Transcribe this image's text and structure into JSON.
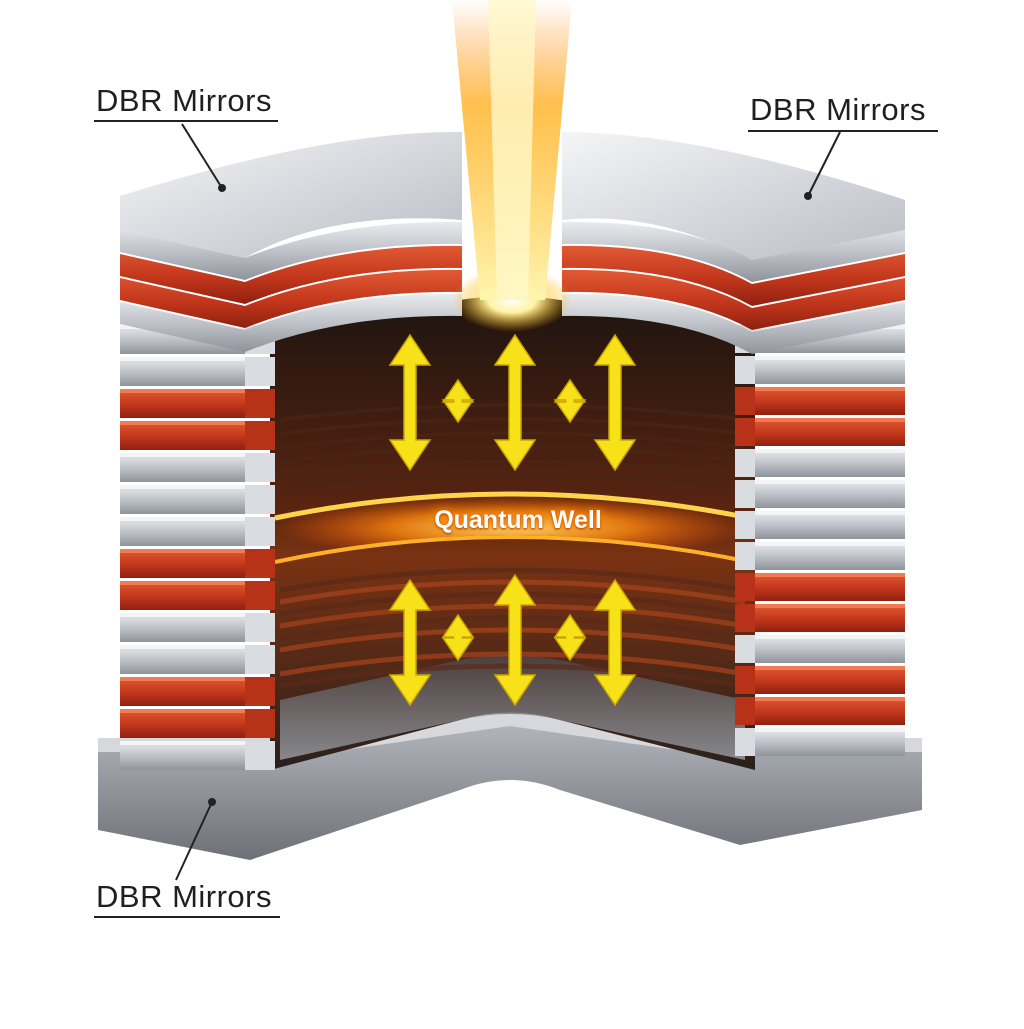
{
  "labels": {
    "top_left": "DBR Mirrors",
    "top_right": "DBR Mirrors",
    "bottom_left": "DBR Mirrors",
    "quantum_well": "Quantum Well"
  },
  "colors": {
    "metal_layer": "#c9ccd2",
    "copper_layer": "#c8381c",
    "cavity_dark": "#2a1a14",
    "glow": "#ff9a00",
    "arrow": "#f7e21a",
    "beam": "#ffd23a",
    "base": "#8e9096"
  },
  "icons": {
    "arrows": "double-headed-arrow-icon",
    "beam": "laser-beam-icon"
  }
}
